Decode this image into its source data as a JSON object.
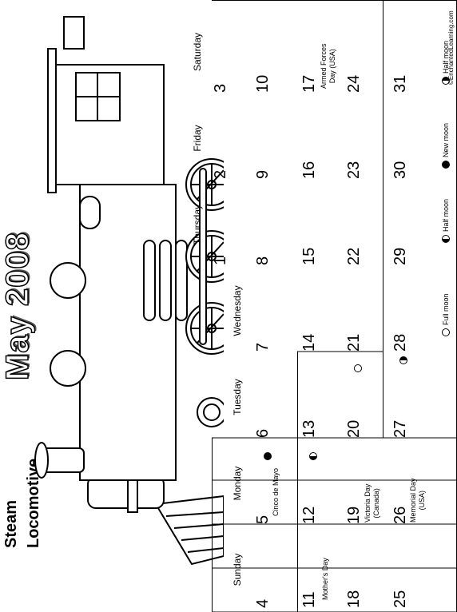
{
  "title": "May 2008",
  "subtitle_line1": "Steam",
  "subtitle_line2": "Locomotive",
  "copyright": "©EnchantedLearning.com",
  "day_names": [
    "Sunday",
    "Monday",
    "Tuesday",
    "Wednesday",
    "Thursday",
    "Friday",
    "Saturday"
  ],
  "dates": {
    "d1": "1",
    "d2": "2",
    "d3": "3",
    "d4": "4",
    "d5": "5",
    "d6": "6",
    "d7": "7",
    "d8": "8",
    "d9": "9",
    "d10": "10",
    "d11": "11",
    "d12": "12",
    "d13": "13",
    "d14": "14",
    "d15": "15",
    "d16": "16",
    "d17": "17",
    "d18": "18",
    "d19": "19",
    "d20": "20",
    "d21": "21",
    "d22": "22",
    "d23": "23",
    "d24": "24",
    "d25": "25",
    "d26": "26",
    "d27": "27",
    "d28": "28",
    "d29": "29",
    "d30": "30",
    "d31": "31"
  },
  "events": {
    "cinco": "Cinco de Mayo",
    "mothers": "Mother's Day",
    "armed1": "Armed Forces",
    "armed2": "Day (USA)",
    "victoria1": "Victoria Day",
    "victoria2": "(Canada)",
    "memorial1": "Memorial Day",
    "memorial2": "(USA)"
  },
  "moon_phases": {
    "d5": "New moon",
    "d12": "Half moon",
    "d20": "Full moon",
    "d28": "Half moon"
  },
  "legend": {
    "full": "Full moon",
    "half1": "Half moon",
    "new": "New moon",
    "half2": "Half moon"
  }
}
